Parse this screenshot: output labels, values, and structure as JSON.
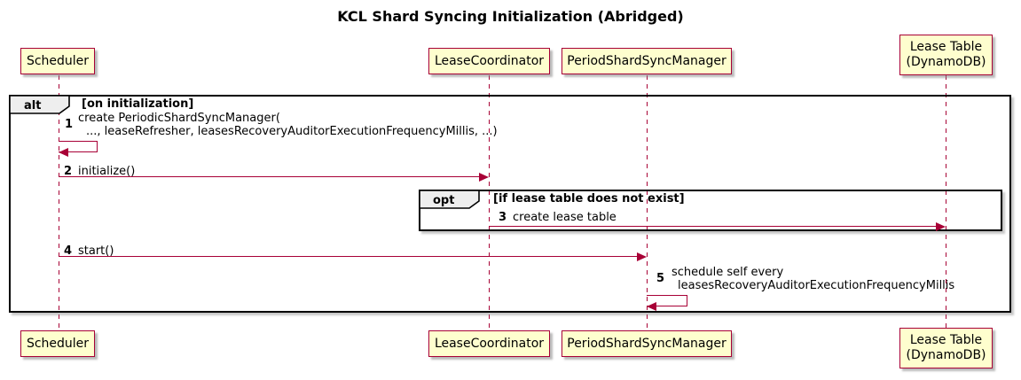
{
  "title": "KCL Shard Syncing Initialization (Abridged)",
  "colors": {
    "participant_fill": "#FEFECE",
    "accent_line": "#A80036",
    "frame_border": "#000000",
    "tab_fill": "#EEEEEE",
    "background": "#FFFFFF"
  },
  "participants": {
    "scheduler": {
      "label": "Scheduler"
    },
    "lease_coordinator": {
      "label": "LeaseCoordinator"
    },
    "period_shard_sync_manager": {
      "label": "PeriodShardSyncManager"
    },
    "lease_table": {
      "line1": "Lease Table",
      "line2": "(DynamoDB)"
    }
  },
  "frames": {
    "alt": {
      "operator": "alt",
      "condition": "[on initialization]"
    },
    "opt": {
      "operator": "opt",
      "condition": "[if lease table does not exist]"
    }
  },
  "messages": {
    "m1": {
      "num": "1",
      "line1": "create PeriodicShardSyncManager(",
      "line2": "..., leaseRefresher, leasesRecoveryAuditorExecutionFrequencyMillis, ...)"
    },
    "m2": {
      "num": "2",
      "text": "initialize()"
    },
    "m3": {
      "num": "3",
      "text": "create lease table"
    },
    "m4": {
      "num": "4",
      "text": "start()"
    },
    "m5": {
      "num": "5",
      "line1": "schedule self every",
      "line2": "leasesRecoveryAuditorExecutionFrequencyMillis"
    }
  }
}
